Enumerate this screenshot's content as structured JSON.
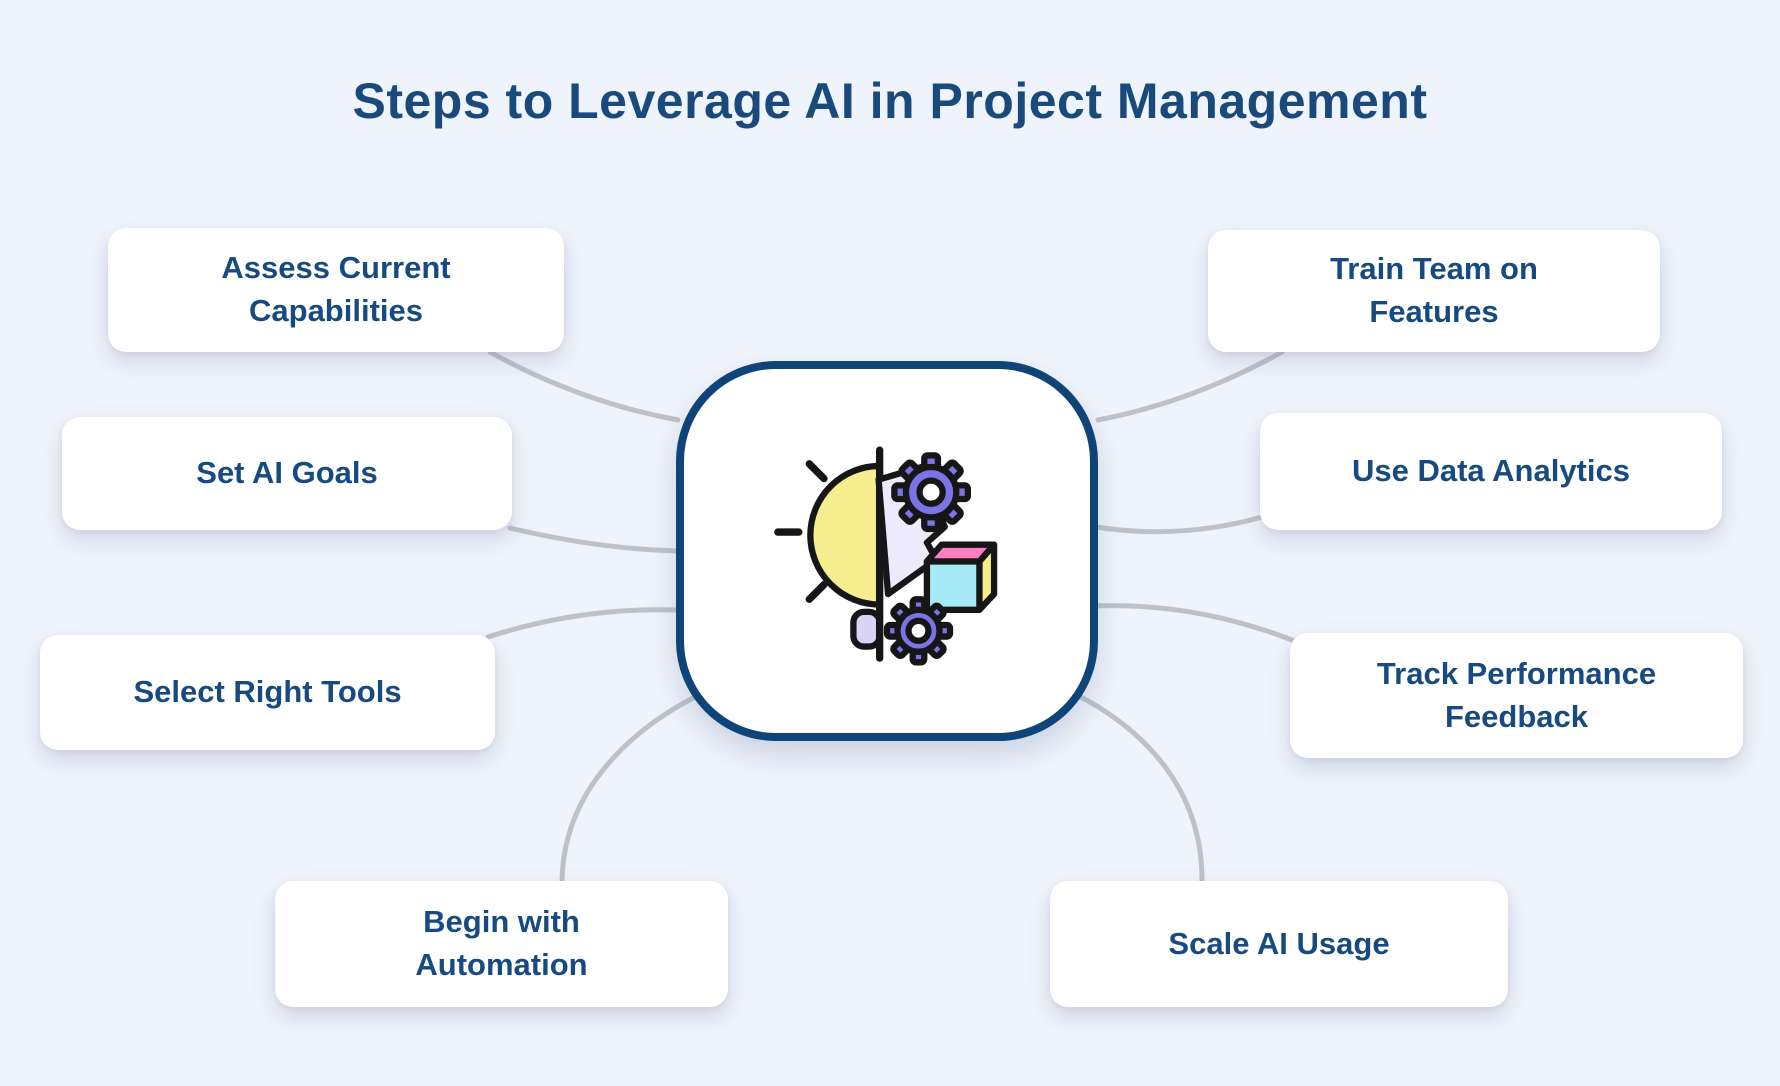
{
  "title": "Steps to Leverage AI in Project Management",
  "center": {
    "icon": "ai-lightbulb-gears-icon"
  },
  "steps": [
    {
      "id": "assess-current-capabilities",
      "label": "Assess Current Capabilities",
      "side": "left"
    },
    {
      "id": "set-ai-goals",
      "label": "Set AI Goals",
      "side": "left"
    },
    {
      "id": "select-right-tools",
      "label": "Select Right Tools",
      "side": "left"
    },
    {
      "id": "begin-with-automation",
      "label": "Begin with Automation",
      "side": "left"
    },
    {
      "id": "train-team-on-features",
      "label": "Train Team on Features",
      "side": "right"
    },
    {
      "id": "use-data-analytics",
      "label": "Use Data Analytics",
      "side": "right"
    },
    {
      "id": "track-performance-feedback",
      "label": "Track Performance Feedback",
      "side": "right"
    },
    {
      "id": "scale-ai-usage",
      "label": "Scale AI Usage",
      "side": "right"
    }
  ],
  "colors": {
    "background": "#eff3fb",
    "node_background": "#ffffff",
    "text": "#164a80",
    "center_border": "#0f4479",
    "connector": "#bdc1cb",
    "icon_yellow": "#f6ee8e",
    "icon_purple": "#7c74e6",
    "icon_cyan": "#a5e8f6",
    "icon_pink": "#fb7fc1",
    "icon_lavender": "#eceafb"
  }
}
